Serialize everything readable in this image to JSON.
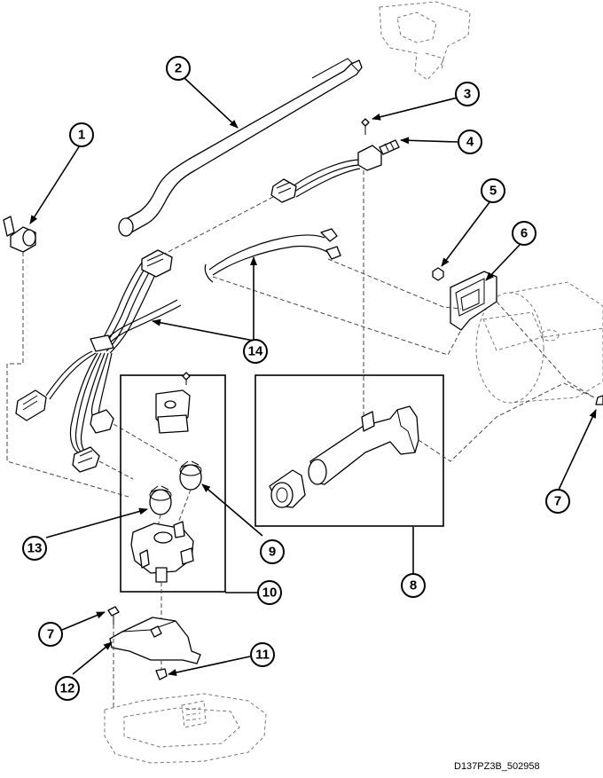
{
  "callouts": [
    {
      "id": "c1",
      "label": "1"
    },
    {
      "id": "c2",
      "label": "2"
    },
    {
      "id": "c3",
      "label": "3"
    },
    {
      "id": "c4",
      "label": "4"
    },
    {
      "id": "c5",
      "label": "5"
    },
    {
      "id": "c6",
      "label": "6"
    },
    {
      "id": "c7a",
      "label": "7"
    },
    {
      "id": "c7b",
      "label": "7"
    },
    {
      "id": "c8",
      "label": "8"
    },
    {
      "id": "c9",
      "label": "9"
    },
    {
      "id": "c10",
      "label": "10"
    },
    {
      "id": "c11",
      "label": "11"
    },
    {
      "id": "c12",
      "label": "12"
    },
    {
      "id": "c13",
      "label": "13"
    },
    {
      "id": "c14",
      "label": "14"
    }
  ],
  "drawing_code": "D137PZ3B_502958"
}
